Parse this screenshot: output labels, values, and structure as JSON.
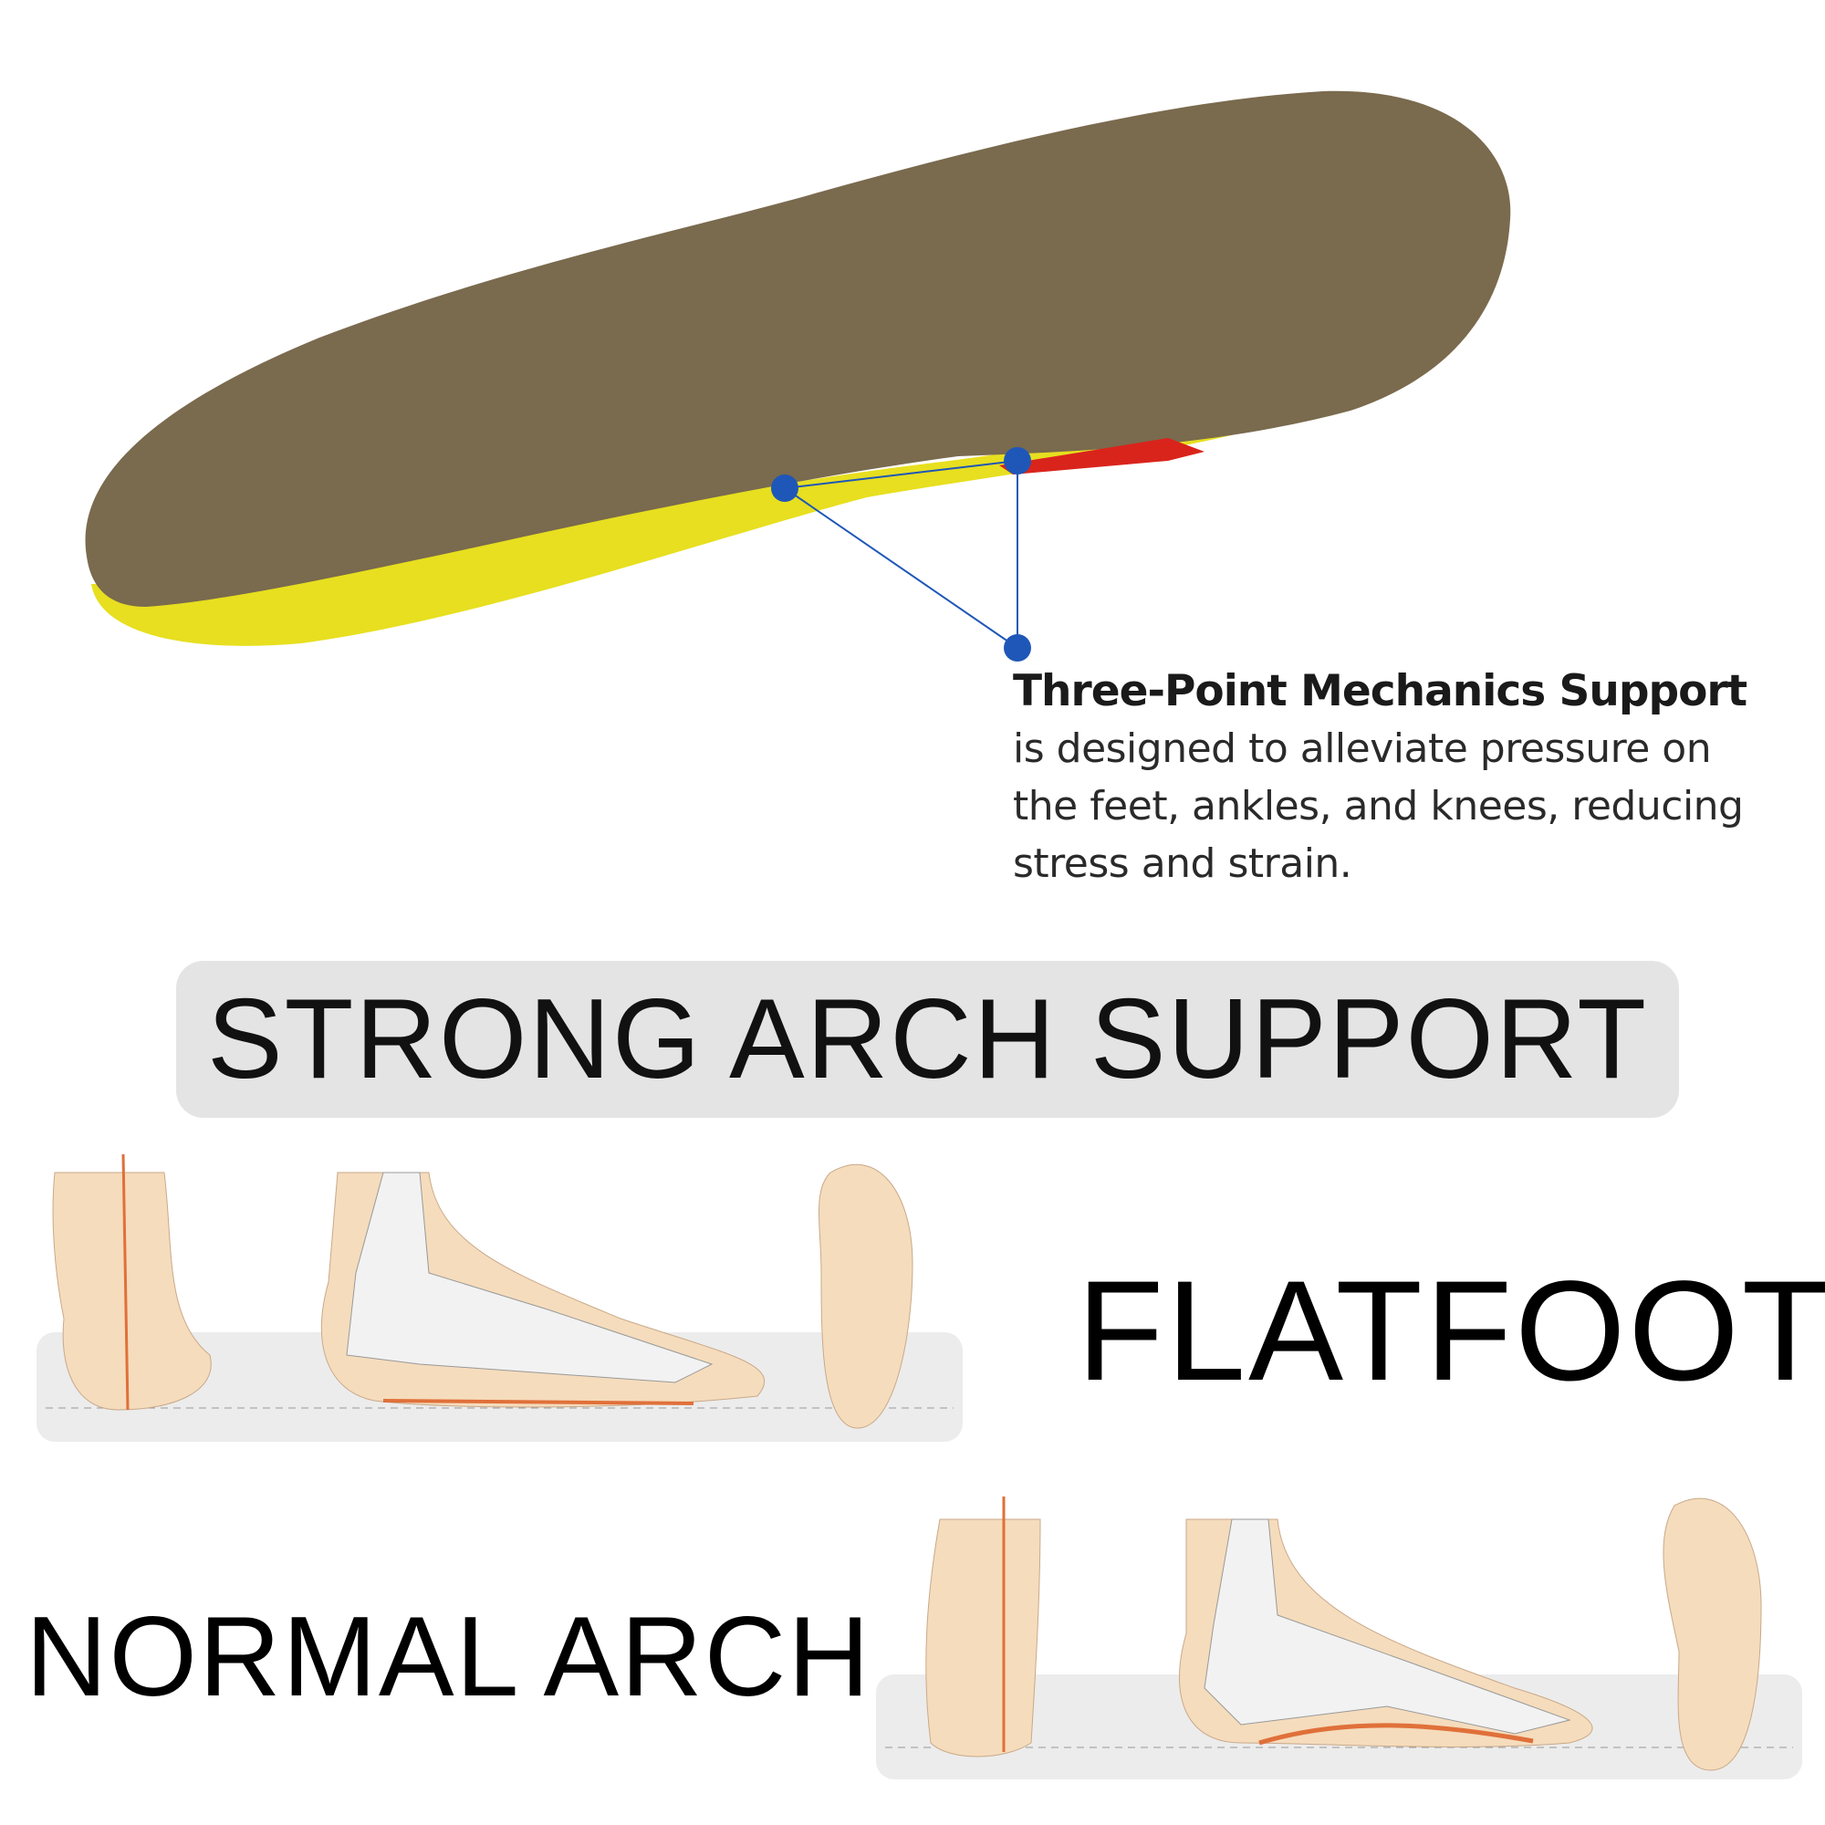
{
  "callout": {
    "title": "Three-Point Mechanics Support",
    "lines": [
      "is designed to alleviate pressure on",
      "the feet, ankles, and knees, reducing",
      "stress and strain."
    ]
  },
  "banner": {
    "label": "STRONG ARCH SUPPORT"
  },
  "flatfoot": {
    "label": "FLATFOOT"
  },
  "normal": {
    "label": "NORMAL ARCH"
  },
  "colors": {
    "insole": "#7a6a4e",
    "edge": "#e8e020",
    "accent": "#1f57b8",
    "arch": "#d9241c",
    "skin": "#f5dcbc",
    "banner": "#e4e4e4"
  }
}
